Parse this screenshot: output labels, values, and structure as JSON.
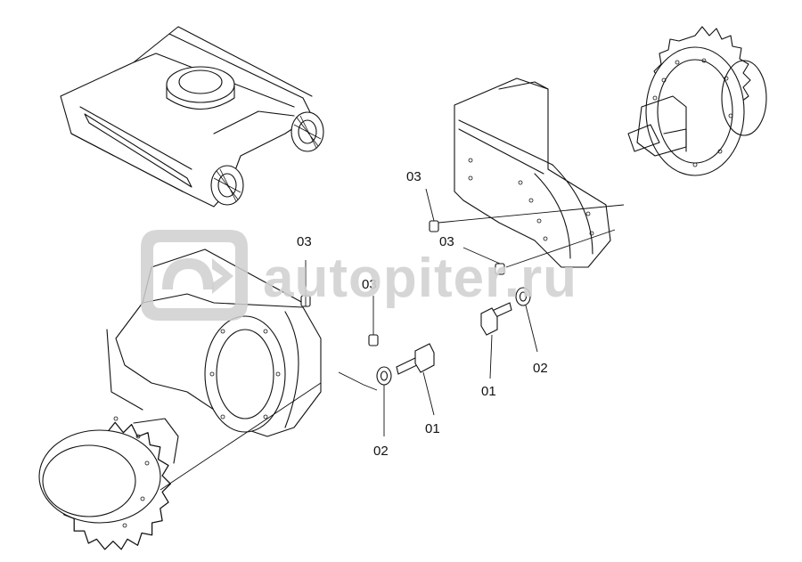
{
  "callouts": {
    "top_left_03": "03",
    "mid_left_03": "03",
    "right_03_a": "03",
    "right_03_b": "03",
    "left_01": "01",
    "left_02": "02",
    "right_01": "01",
    "right_02": "02"
  },
  "watermark": {
    "text": "autopiter.ru"
  }
}
